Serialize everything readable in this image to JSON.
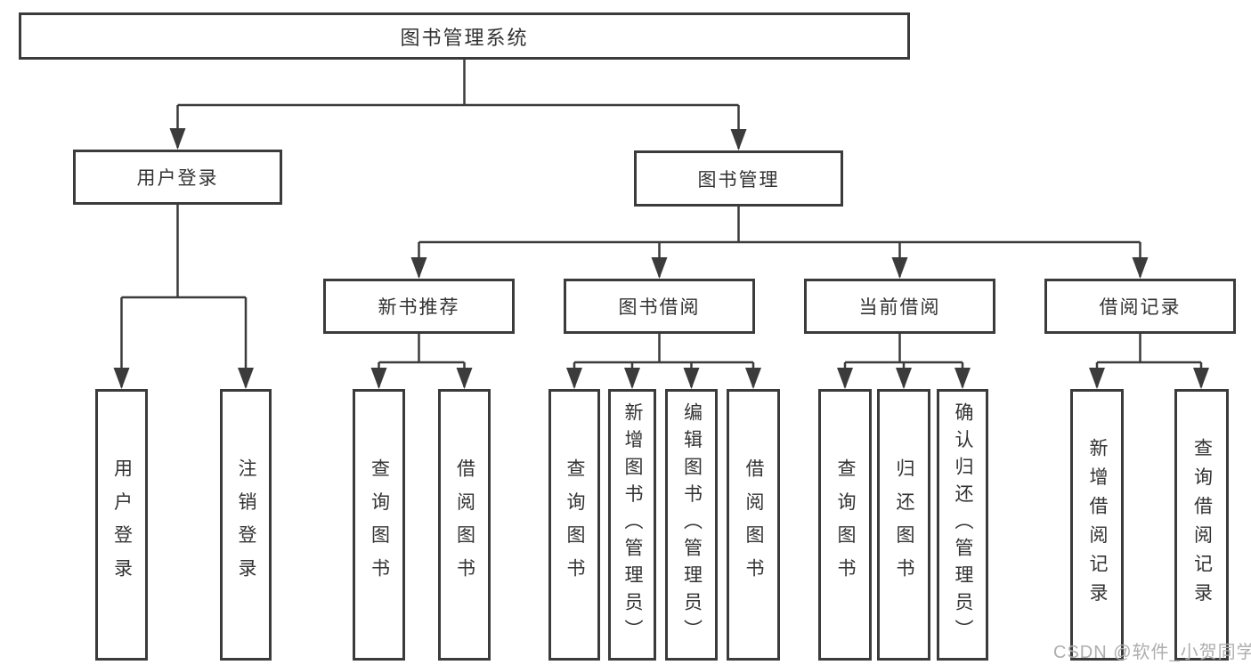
{
  "colors": {
    "line": "#3b3b3b",
    "box_border": "#3b3b3b",
    "text": "#333333",
    "watermark_text": "#aeaeae",
    "background": "#ffffff"
  },
  "watermark": "CSDN @软件_小贺同学",
  "tree": {
    "label": "图书管理系统",
    "children": [
      {
        "label": "用户登录",
        "children": [
          {
            "label": "用户登录"
          },
          {
            "label": "注销登录"
          }
        ]
      },
      {
        "label": "图书管理",
        "children": [
          {
            "label": "新书推荐",
            "children": [
              {
                "label": "查询图书"
              },
              {
                "label": "借阅图书"
              }
            ]
          },
          {
            "label": "图书借阅",
            "children": [
              {
                "label": "查询图书"
              },
              {
                "label": "新增图书（管理员）"
              },
              {
                "label": "编辑图书（管理员）"
              },
              {
                "label": "借阅图书"
              }
            ]
          },
          {
            "label": "当前借阅",
            "children": [
              {
                "label": "查询图书"
              },
              {
                "label": "归还图书"
              },
              {
                "label": "确认归还（管理员）"
              }
            ]
          },
          {
            "label": "借阅记录",
            "children": [
              {
                "label": "新增借阅记录"
              },
              {
                "label": "查询借阅记录"
              }
            ]
          }
        ]
      }
    ]
  }
}
